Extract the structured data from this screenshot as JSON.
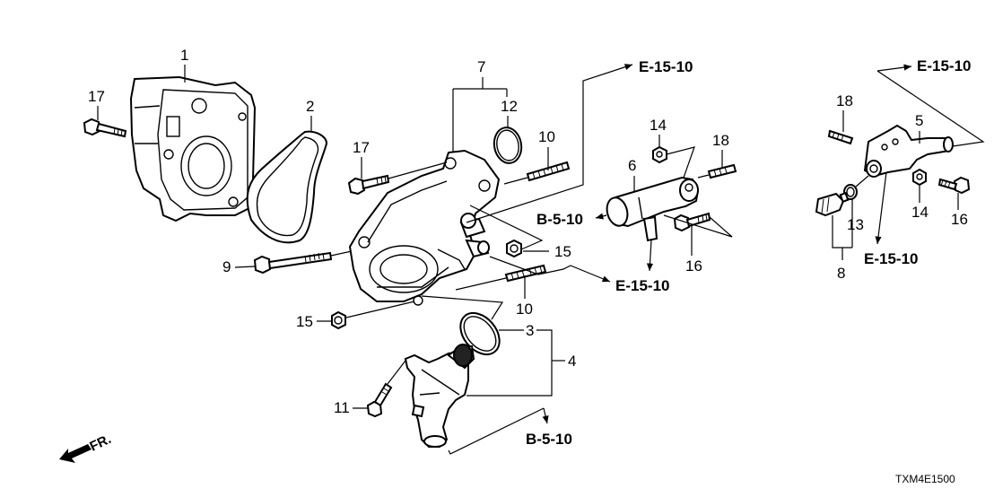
{
  "diagram": {
    "title_code": "TXM4E1500",
    "front_indicator": "FR.",
    "part_labels": {
      "p1": "1",
      "p2": "2",
      "p3": "3",
      "p4": "4",
      "p5": "5",
      "p6": "6",
      "p7": "7",
      "p8": "8",
      "p9": "9",
      "p10a": "10",
      "p10b": "10",
      "p11": "11",
      "p12": "12",
      "p13": "13",
      "p14a": "14",
      "p14b": "14",
      "p15a": "15",
      "p15b": "15",
      "p16a": "16",
      "p16b": "16",
      "p17a": "17",
      "p17b": "17",
      "p18a": "18",
      "p18b": "18"
    },
    "references": {
      "r_e15_top_center": "E-15-10",
      "r_e15_top_right": "E-15-10",
      "r_e15_mid": "E-15-10",
      "r_e15_right": "E-15-10",
      "r_b5_center": "B-5-10",
      "r_b5_bottom": "B-5-10"
    }
  }
}
